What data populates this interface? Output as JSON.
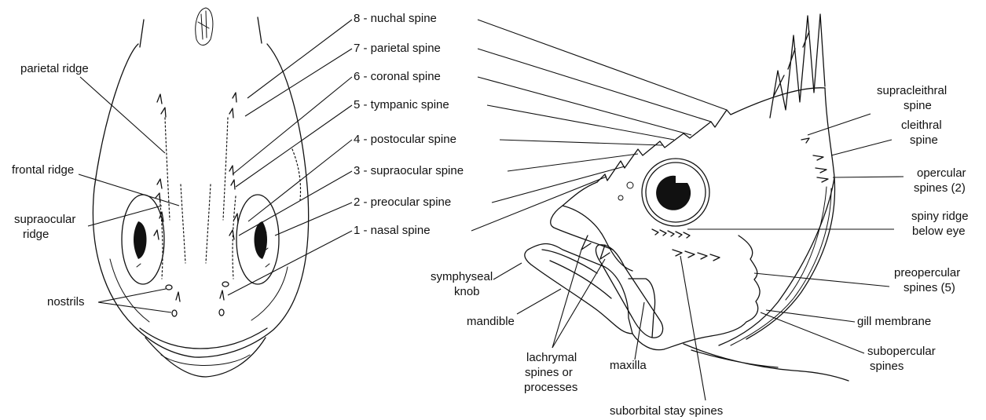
{
  "top_view_labels": {
    "parietal_ridge": "parietal ridge",
    "frontal_ridge": "frontal ridge",
    "supraocular_ridge": [
      "supraocular",
      "ridge"
    ],
    "nostrils": "nostrils"
  },
  "spine_labels": {
    "s8": "8 - nuchal spine",
    "s7": "7 - parietal spine",
    "s6": "6 - coronal spine",
    "s5": "5 - tympanic spine",
    "s4": "4 - postocular spine",
    "s3": "3 - supraocular spine",
    "s2": "2 - preocular spine",
    "s1": "1 - nasal spine"
  },
  "side_view_labels": {
    "supracleithral_spine": [
      "supracleithral",
      "spine"
    ],
    "cleithral_spine": [
      "cleithral",
      "spine"
    ],
    "opercular_spines": [
      "opercular",
      "spines (2)"
    ],
    "spiny_ridge_below_eye": [
      "spiny ridge",
      "below eye"
    ],
    "preopercular_spines": [
      "preopercular",
      "spines  (5)"
    ],
    "gill_membrane": "gill membrane",
    "subopercular_spines": [
      "subopercular",
      "spines"
    ],
    "suborbital_stay_spines": "suborbital stay spines",
    "maxilla": "maxilla",
    "lachrymal": [
      "lachrymal",
      "spines or",
      "processes"
    ],
    "mandible": "mandible",
    "symphyseal_knob": [
      "symphyseal",
      "knob"
    ]
  }
}
